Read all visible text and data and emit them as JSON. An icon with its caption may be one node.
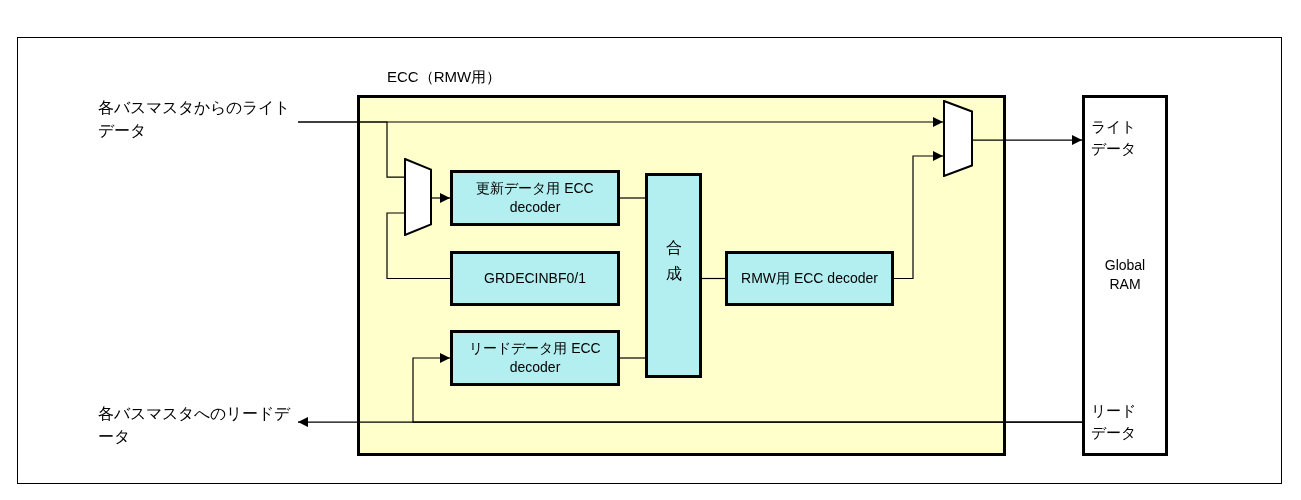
{
  "diagram": {
    "nodes": [
      {
        "text": [
          "ECC（RMW用）"
        ]
      },
      {
        "text": [
          "各バスマスタからのライトデータ"
        ]
      },
      {
        "text": [],
        "shape": "trapezoid",
        "in": 0
      },
      {
        "text": [
          "更新データ用 ECC decoder"
        ],
        "in": 0
      },
      {
        "text": [
          "GRDECINBF0/1"
        ],
        "in": 0
      },
      {
        "text": [
          "合成"
        ],
        "in": 0
      },
      {
        "text": [
          "RMW用 ECC decoder"
        ],
        "in": 0
      },
      {
        "text": [
          "リードデータ用 ECC decoder"
        ],
        "in": 0
      },
      {
        "text": [],
        "shape": "trapezoid",
        "in": 0
      },
      {
        "text": [
          "ライトデータ",
          "Global RAM",
          "リードデータ"
        ]
      },
      {
        "text": [
          "各バスマスタへのリードデータ"
        ]
      }
    ],
    "edges": [
      {
        "from": 1,
        "to": 8,
        "arrow": "to"
      },
      {
        "from": 1,
        "to": 2,
        "arrow": "none"
      },
      {
        "from": 4,
        "to": 2,
        "arrow": "none"
      },
      {
        "from": 2,
        "to": 3,
        "arrow": "to"
      },
      {
        "from": 3,
        "to": 5,
        "arrow": "none"
      },
      {
        "from": 7,
        "to": 5,
        "arrow": "none"
      },
      {
        "from": 5,
        "to": 6,
        "arrow": "none"
      },
      {
        "from": 6,
        "to": 8,
        "arrow": "to"
      },
      {
        "from": 8,
        "to": 9,
        "arrow": "to"
      },
      {
        "from": 9,
        "to": 10,
        "arrow": "to"
      },
      {
        "from": 9,
        "to": 7,
        "arrow": "to"
      }
    ]
  }
}
